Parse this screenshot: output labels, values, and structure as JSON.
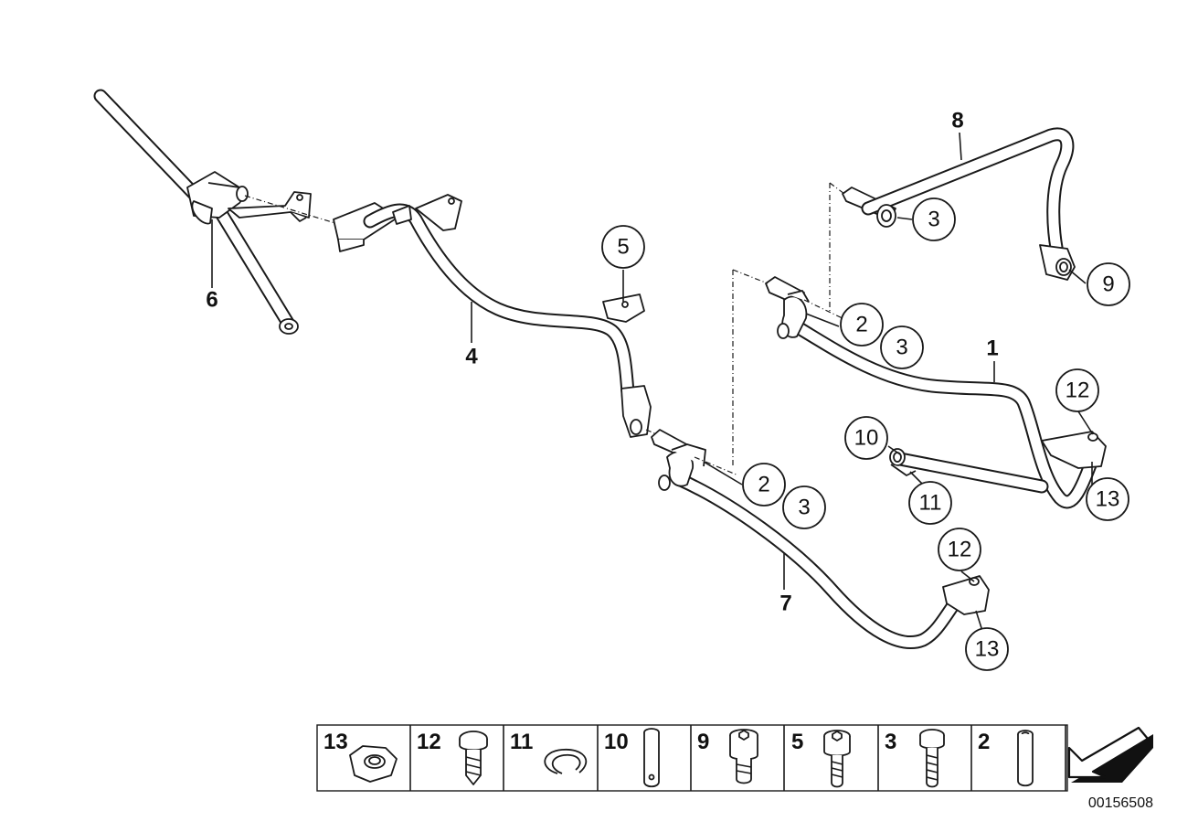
{
  "diagram": {
    "part_labels": [
      "6",
      "4",
      "8",
      "1",
      "7"
    ],
    "callouts": [
      "5",
      "3",
      "9",
      "2",
      "3",
      "12",
      "10",
      "13",
      "11",
      "2",
      "3",
      "12",
      "13"
    ],
    "legend": [
      "13",
      "12",
      "11",
      "10",
      "9",
      "5",
      "3",
      "2"
    ],
    "document_number": "00156508"
  }
}
